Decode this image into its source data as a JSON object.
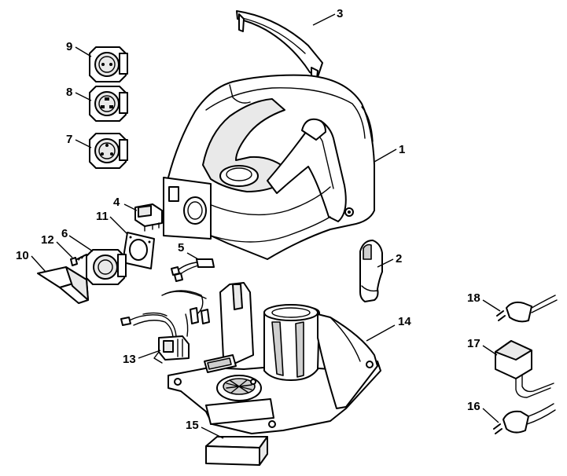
{
  "callouts": [
    {
      "id": "1",
      "text": "1"
    },
    {
      "id": "2",
      "text": "2"
    },
    {
      "id": "3",
      "text": "3"
    },
    {
      "id": "4",
      "text": "4"
    },
    {
      "id": "5",
      "text": "5"
    },
    {
      "id": "6",
      "text": "6"
    },
    {
      "id": "7",
      "text": "7"
    },
    {
      "id": "8",
      "text": "8"
    },
    {
      "id": "9",
      "text": "9"
    },
    {
      "id": "10",
      "text": "10"
    },
    {
      "id": "11",
      "text": "11"
    },
    {
      "id": "12",
      "text": "12"
    },
    {
      "id": "13",
      "text": "13"
    },
    {
      "id": "14",
      "text": "14"
    },
    {
      "id": "15",
      "text": "15"
    },
    {
      "id": "16",
      "text": "16"
    },
    {
      "id": "17",
      "text": "17"
    },
    {
      "id": "18",
      "text": "18"
    }
  ],
  "icons": [
    "housing-cover",
    "carrying-handle",
    "handle-cover",
    "socket",
    "rocker-switch",
    "wire-set",
    "gasket",
    "screw",
    "plug-cover",
    "terminal-block",
    "base-housing",
    "filter-pad",
    "power-plug",
    "uk-plug"
  ]
}
